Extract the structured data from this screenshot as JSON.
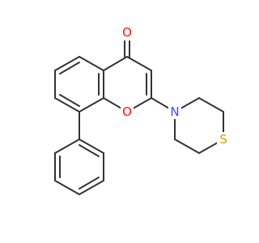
{
  "molecule": {
    "atoms": {
      "carbonyl_oxygen": {
        "label": "O",
        "color": "#ff0d0d"
      },
      "ring_oxygen": {
        "label": "O",
        "color": "#ff0d0d"
      },
      "nitrogen": {
        "label": "N",
        "color": "#3050f8"
      },
      "sulfur": {
        "label": "S",
        "color": "#c8a800"
      }
    },
    "bond_color": "#333333",
    "background": "#ffffff"
  }
}
